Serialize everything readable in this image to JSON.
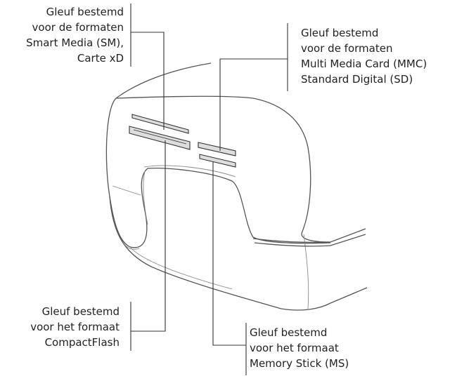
{
  "labels": {
    "sm_xd": {
      "line1": "Gleuf bestemd",
      "line2": "voor de formaten",
      "line3": "Smart Media (SM),",
      "line4": "Carte xD"
    },
    "mmc_sd": {
      "line1": "Gleuf bestemd",
      "line2": "voor de formaten",
      "line3": "Multi Media Card (MMC)",
      "line4": "Standard Digital (SD)"
    },
    "compactflash": {
      "line1": "Gleuf bestemd",
      "line2": "voor het formaat",
      "line3": "CompactFlash"
    },
    "memory_stick": {
      "line1": "Gleuf bestemd",
      "line2": "voor het formaat",
      "line3": "Memory Stick (MS)"
    }
  },
  "colors": {
    "line": "#333333",
    "body_stroke": "#555555",
    "body_fill": "#ffffff",
    "slot_fill": "#dddddd"
  }
}
